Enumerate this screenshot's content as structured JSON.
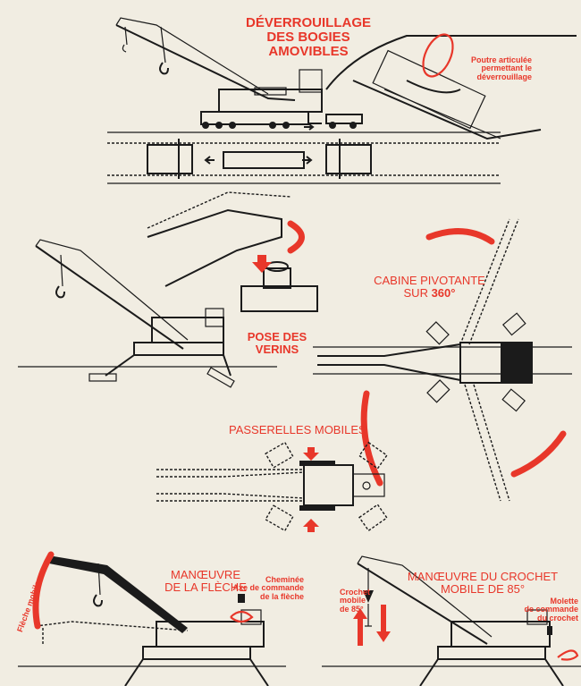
{
  "panel_unlock": {
    "title_line1": "DÉVERROUILLAGE",
    "title_line2": "DES BOGIES AMOVIBLES",
    "note_line1": "Poutre articulée",
    "note_line2": "permettant le",
    "note_line3": "déverrouillage"
  },
  "panel_jacks": {
    "label_line1": "POSE DES",
    "label_line2": "VERINS"
  },
  "panel_cabin": {
    "label_line1": "CABINE PIVOTANTE",
    "label_line2_prefix": "SUR ",
    "label_line2_value": "360°"
  },
  "panel_walkways": {
    "label": "PASSERELLES MOBILES"
  },
  "panel_boom": {
    "title_line1": "MANŒUVRE",
    "title_line2": "DE LA FLÈCHE",
    "side_label": "Flèche mobile",
    "note_line1": "Cheminée",
    "note_line2": "Axe de commande",
    "note_line3": "de la flèche"
  },
  "panel_hook": {
    "title_line1": "MANŒUVRE DU CROCHET",
    "title_line2": "MOBILE DE 85°",
    "left_line1": "Crochet",
    "left_line2": "mobile",
    "left_line3": "de 85°",
    "right_line1": "Molette",
    "right_line2": "de commande",
    "right_line3": "du crochet"
  },
  "colors": {
    "ink": "#1b1b1b",
    "accent": "#e8372a",
    "paper": "#f1ede2"
  }
}
